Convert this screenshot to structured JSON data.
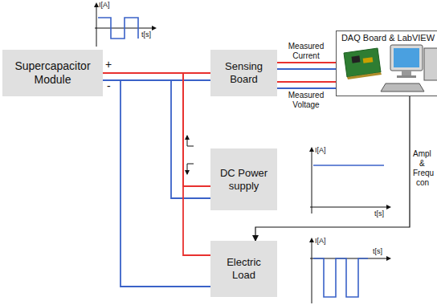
{
  "diagram": {
    "nodes": [
      {
        "text": [
          "Supercapacitor Module"
        ]
      },
      {
        "text": [
          "Sensing Board"
        ]
      },
      {
        "text": [
          "DAQ Board & LabVIEW"
        ]
      },
      {
        "text": [
          "DC Power supply"
        ]
      },
      {
        "text": [
          "Electric Load"
        ]
      }
    ],
    "edges": [
      {
        "from": 0,
        "to": 1,
        "arrow": "none"
      },
      {
        "from": 0,
        "to": 1,
        "arrow": "none"
      },
      {
        "from": 0,
        "to": 3,
        "arrow": "none"
      },
      {
        "from": 0,
        "to": 3,
        "arrow": "none"
      },
      {
        "from": 0,
        "to": 4,
        "arrow": "none"
      },
      {
        "from": 0,
        "to": 4,
        "arrow": "none"
      },
      {
        "from": 1,
        "to": 2,
        "label": "Measured Current",
        "arrow": "none"
      },
      {
        "from": 1,
        "to": 2,
        "arrow": "none"
      },
      {
        "from": 1,
        "to": 2,
        "arrow": "none"
      },
      {
        "from": 1,
        "to": 2,
        "label": "Measured Voltage",
        "arrow": "none"
      },
      {
        "from": 2,
        "to": 4,
        "arrow": "to"
      }
    ],
    "labels": [
      "I[A]",
      "t[s]",
      "+",
      "-",
      "I[A]",
      "t[s]",
      "I[A]",
      "t[s]",
      "Ampl",
      "&",
      "Frequ",
      "con"
    ]
  }
}
